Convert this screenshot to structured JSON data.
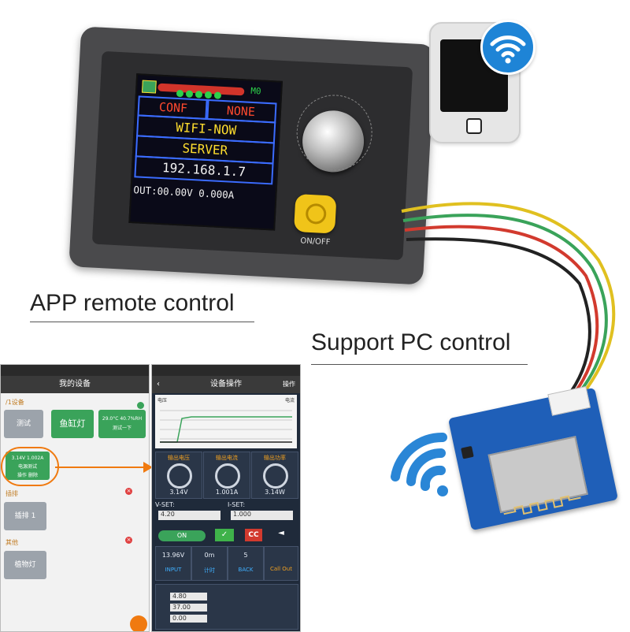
{
  "lcd": {
    "row1_left": "CONF",
    "row1_right": "NONE",
    "row2": "WIFI-NOW",
    "row3": "SERVER",
    "row4": "192.168.1.7",
    "status_tag": "M0",
    "out_line": "OUT:00.00V 0.000A"
  },
  "device": {
    "onoff_label": "ON/OFF"
  },
  "captions": {
    "app": "APP remote control",
    "pc": "Support PC control"
  },
  "app1": {
    "title": "我的设备",
    "group1": "/1设备",
    "tile_a": "测试",
    "tile_b": "鱼缸灯",
    "tile_c_line1": "29.0°C   40.7%RH",
    "tile_c_line2": "测试一下",
    "highlight_line1": "3.14V     1.002A",
    "highlight_line2": "电源测试",
    "btn_op": "操作",
    "btn_del": "删除",
    "group2": "插排",
    "tile_d": "插排 1",
    "group3": "其他",
    "tile_e": "植物灯"
  },
  "app2": {
    "title": "设备操作",
    "op": "操作",
    "chart_left": "电压",
    "chart_right": "电流",
    "g1_label": "输出电压",
    "g2_label": "输出电流",
    "g3_label": "输出功率",
    "g1_value": "3.14V",
    "g2_value": "1.001A",
    "g3_value": "3.14W",
    "vset_label": "V-SET:",
    "iset_label": "I-SET:",
    "vset_value": "4.20",
    "iset_value": "1.000",
    "on_btn": "ON",
    "cc_btn": "CC",
    "r1_value": "13.96V",
    "r2_value": "0m",
    "r3_value": "5",
    "r1_label": "INPUT",
    "r2_label": "计时",
    "r3_label": "BACK",
    "r4_label": "Call Out",
    "row_a_value": "4.80",
    "row_b_value": "37.00",
    "row_c_value": "0.00"
  }
}
